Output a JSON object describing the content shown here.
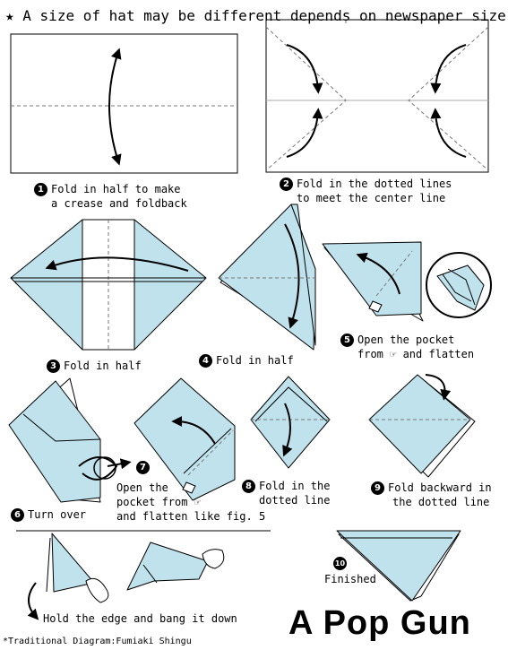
{
  "header": {
    "star": "★",
    "note": "A size of hat may be different depends on newspaper size"
  },
  "steps": [
    {
      "number": "1",
      "lines": [
        "Fold in half to make",
        "a crease and foldback"
      ]
    },
    {
      "number": "2",
      "lines": [
        "Fold in the dotted lines",
        "to meet the center line"
      ]
    },
    {
      "number": "3",
      "lines": [
        "Fold in half"
      ]
    },
    {
      "number": "4",
      "lines": [
        "Fold in half"
      ]
    },
    {
      "number": "5",
      "lines": [
        "Open the pocket",
        "from ☞ and flatten"
      ]
    },
    {
      "number": "6",
      "lines": [
        "Turn over"
      ]
    },
    {
      "number": "7",
      "lines": [
        "Open the",
        "pocket from ☞",
        "and flatten like fig. 5"
      ]
    },
    {
      "number": "8",
      "lines": [
        "Fold in the",
        "dotted line"
      ]
    },
    {
      "number": "9",
      "lines": [
        "Fold backward in",
        "the dotted line"
      ]
    },
    {
      "number": "10",
      "lines": [
        "Finished"
      ]
    }
  ],
  "usage": {
    "text": "Hold the edge and bang it down"
  },
  "title": "A Pop Gun",
  "credit": "*Traditional Diagram:Fumiaki Shingu",
  "colors": {
    "paper": "#bfe2ec",
    "ink": "#000000",
    "background": "#ffffff"
  }
}
